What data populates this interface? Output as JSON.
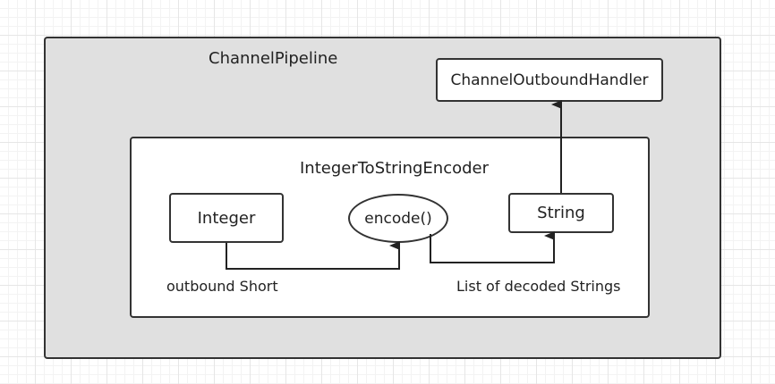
{
  "pipeline": {
    "title": "ChannelPipeline"
  },
  "handler": {
    "label": "ChannelOutboundHandler"
  },
  "encoder": {
    "title": "IntegerToStringEncoder",
    "input_label": "Integer",
    "method_label": "encode()",
    "output_label": "String",
    "input_caption": "outbound  Short",
    "output_caption": "List of decoded Strings"
  }
}
